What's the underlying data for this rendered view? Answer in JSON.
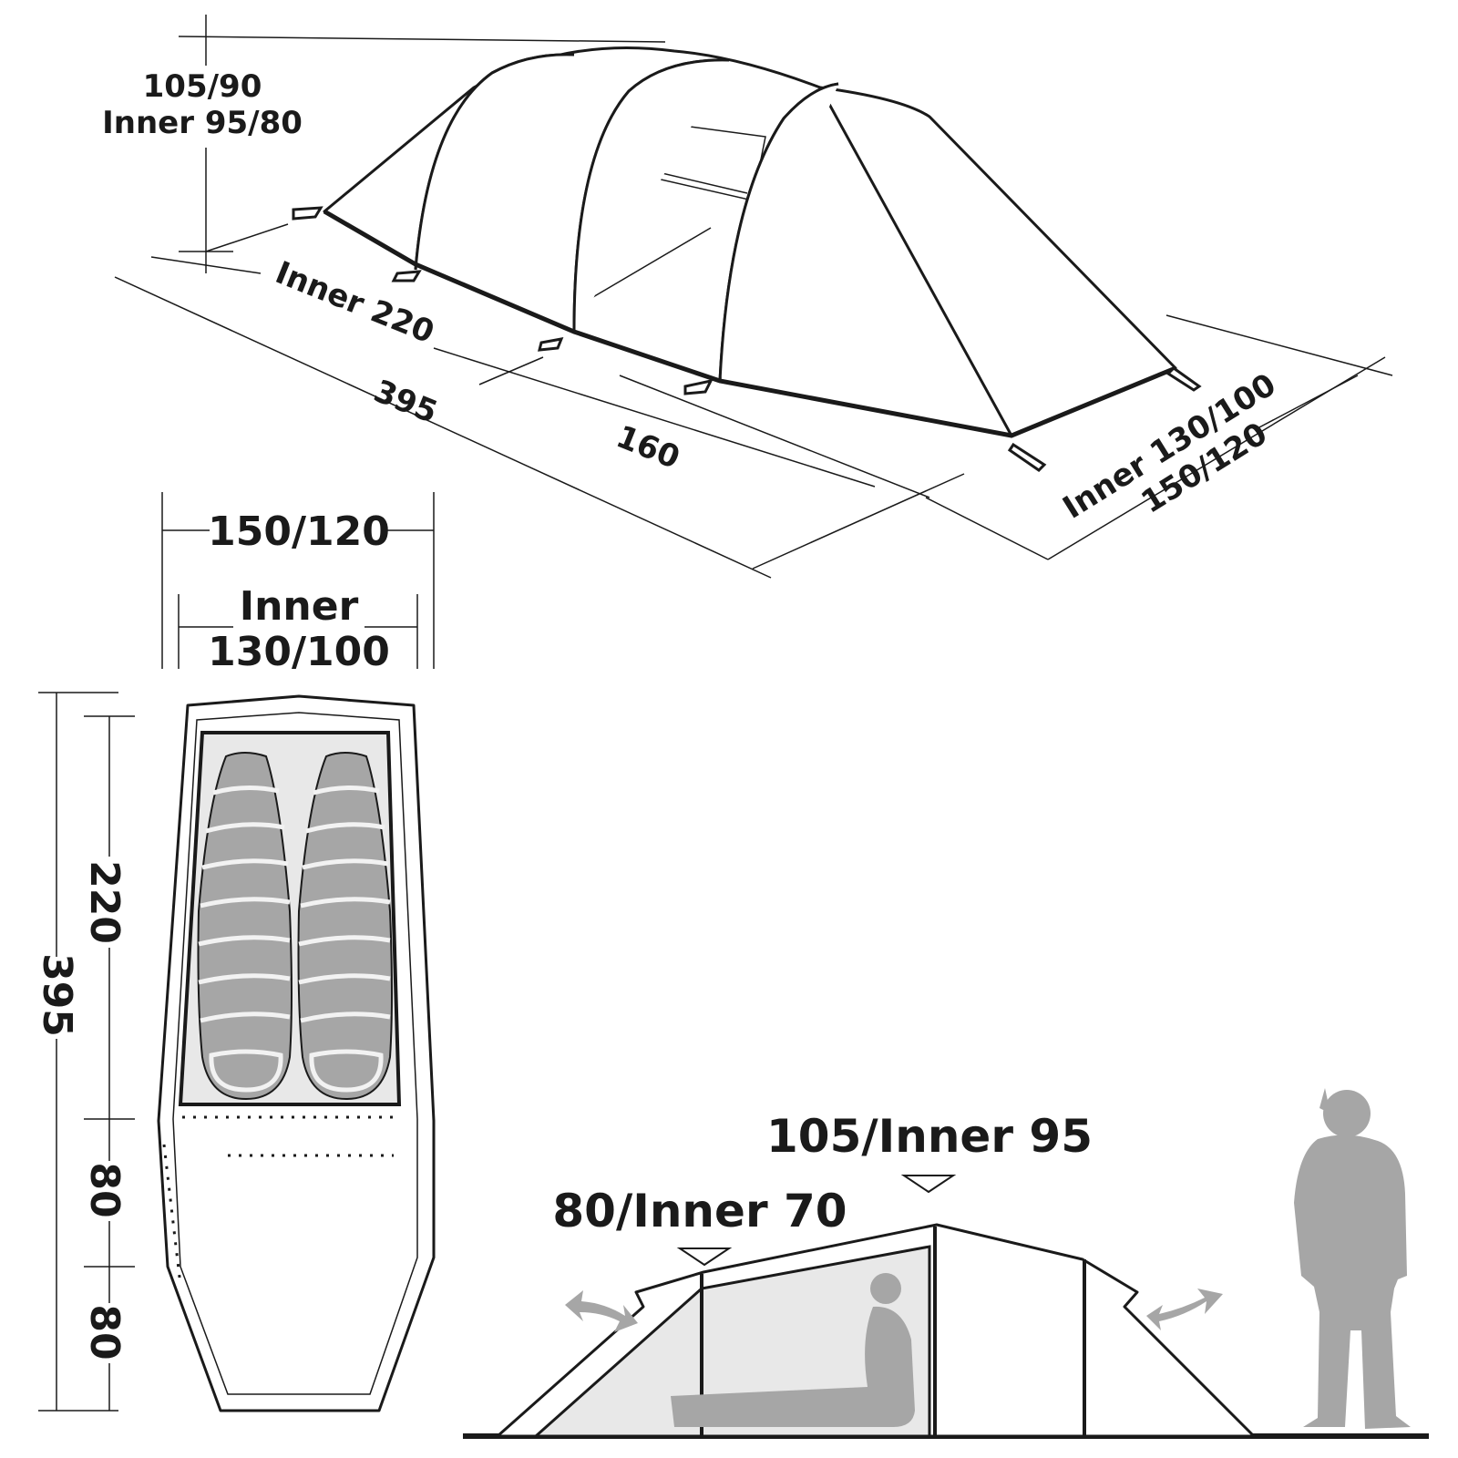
{
  "colors": {
    "line": "#1a1a1a",
    "inner_fill": "#e8e8e8",
    "figure": "#a6a6a6",
    "bag": "#a6a6a6",
    "bag_stripe": "#f2f2f2"
  },
  "perspective": {
    "height": "105/90",
    "height_inner": "Inner 95/80",
    "inner_length": "Inner 220",
    "total_length": "395",
    "vestibule": "160",
    "width_inner": "Inner 130/100",
    "width": "150/120"
  },
  "floorplan": {
    "width": "150/120",
    "inner_word": "Inner",
    "inner_width": "130/100",
    "total_length": "395",
    "inner_length": "220",
    "section_a": "80",
    "section_b": "80"
  },
  "side": {
    "peak_height": "105/Inner 95",
    "front_height": "80/Inner 70"
  },
  "icons": [
    "sleeping-bag-icon",
    "person-standing-icon",
    "person-sitting-icon",
    "ventilation-arrow-icon"
  ]
}
